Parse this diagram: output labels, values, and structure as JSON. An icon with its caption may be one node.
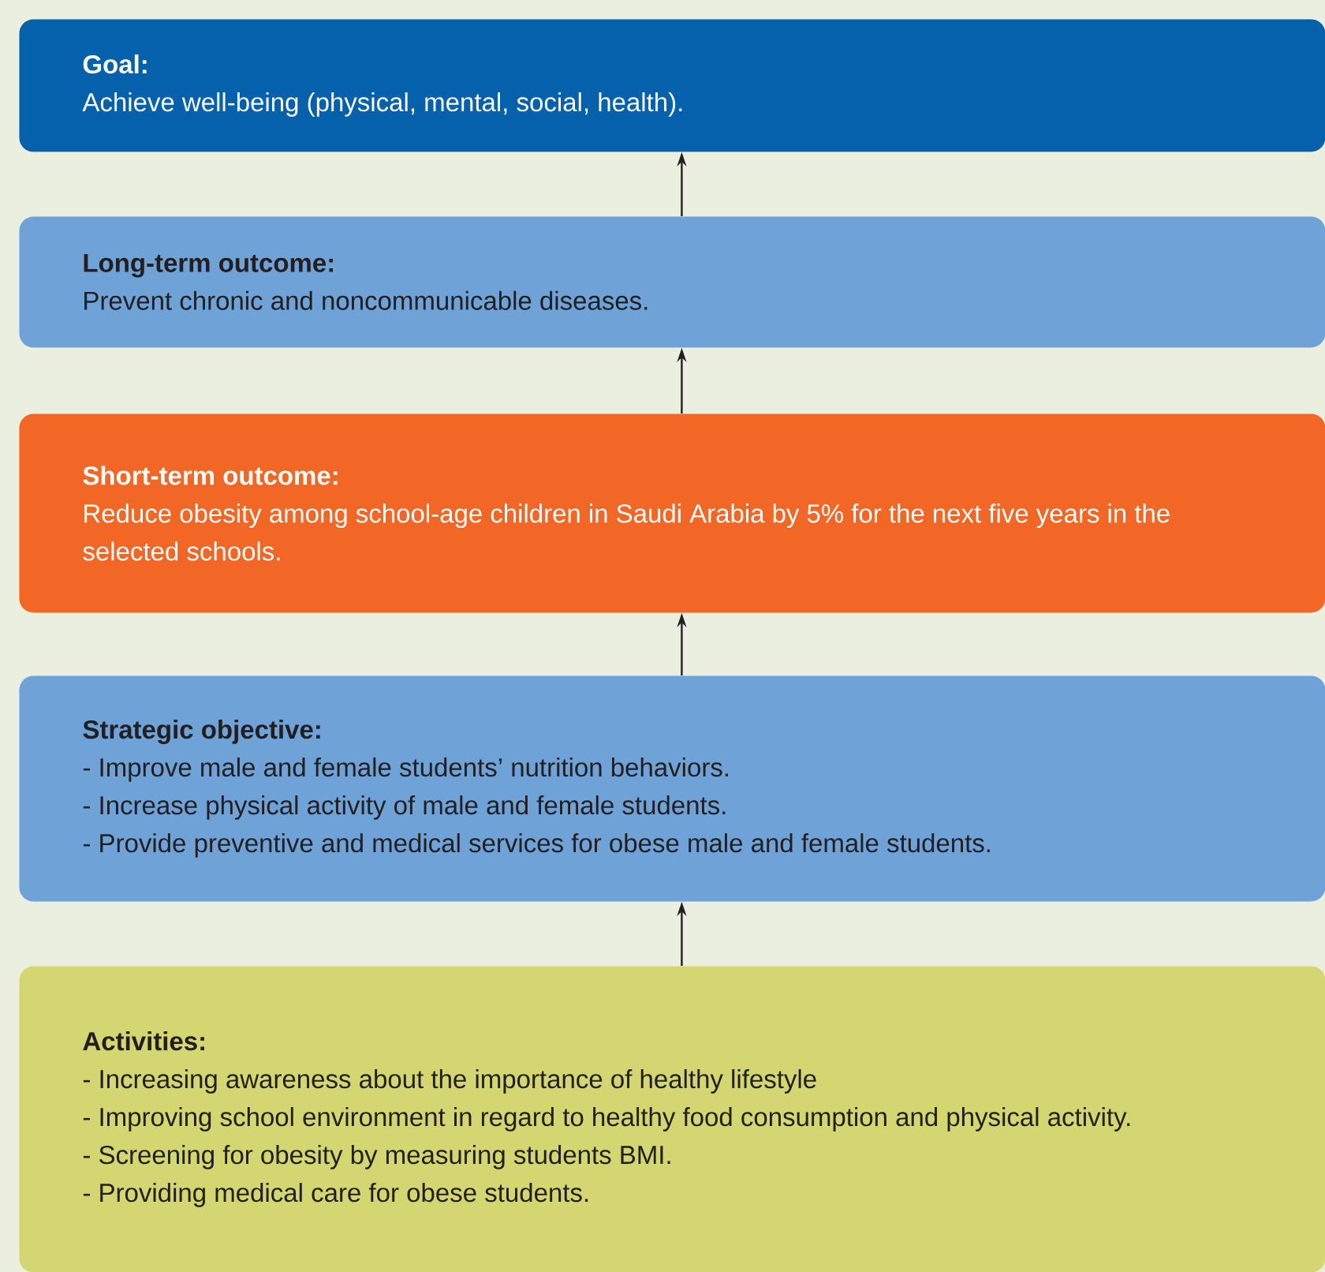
{
  "diagram": {
    "nodes": [
      {
        "text": [
          "Goal:",
          "Achieve well-being (physical, mental, social, health)."
        ]
      },
      {
        "text": [
          "Long-term outcome:",
          "Prevent chronic and noncommunicable diseases."
        ]
      },
      {
        "text": [
          "Short-term outcome:",
          "Reduce obesity among school-age children in Saudi Arabia by 5% for the next five years in the selected schools."
        ]
      },
      {
        "text": [
          "Strategic objective:",
          "- Improve male and female students’ nutrition behaviors.",
          "- Increase physical activity of male and female students.",
          "- Provide preventive and medical services for obese male and female students."
        ]
      },
      {
        "text": [
          "Activities:",
          "- Increasing awareness about the importance of healthy lifestyle",
          "- Improving school environment in regard to healthy food consumption and physical activity.",
          "- Screening for obesity by measuring students BMI.",
          "- Providing medical care for obese students."
        ]
      }
    ],
    "edges": [
      {
        "from": 1,
        "to": 0,
        "arrow": "to"
      },
      {
        "from": 2,
        "to": 1,
        "arrow": "to"
      },
      {
        "from": 3,
        "to": 2,
        "arrow": "to"
      },
      {
        "from": 4,
        "to": 3,
        "arrow": "to"
      }
    ]
  }
}
